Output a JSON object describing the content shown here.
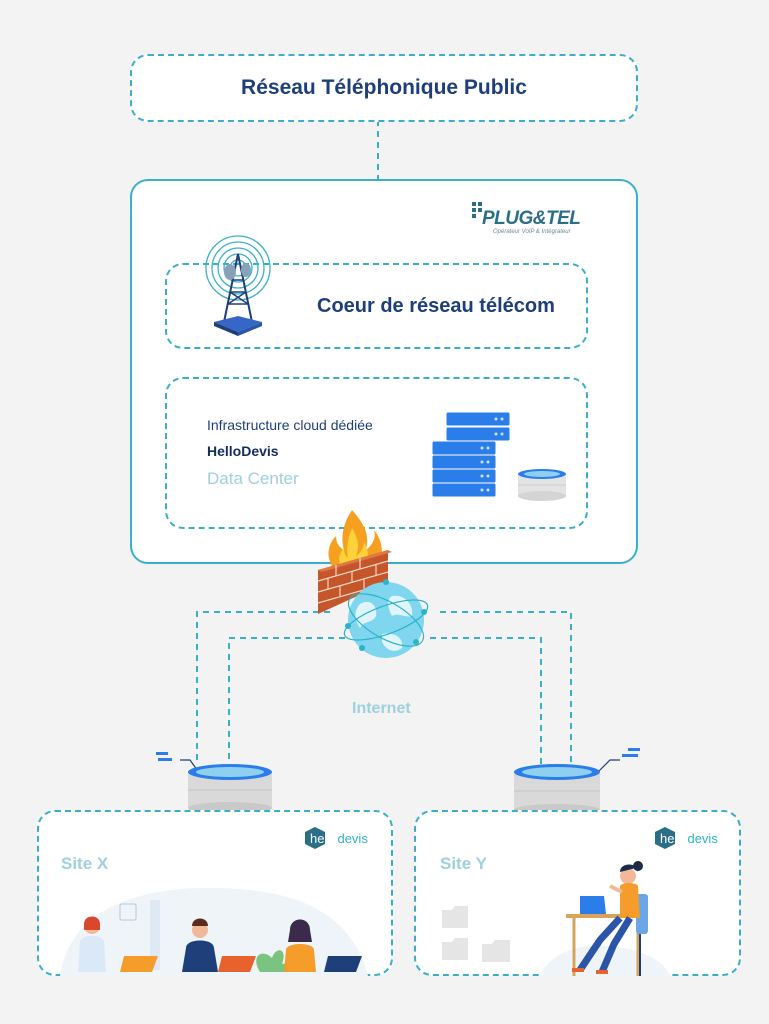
{
  "top": {
    "title": "Réseau Téléphonique Public"
  },
  "brand": {
    "name": "PLUG&TEL",
    "tagline": "Opérateur VoIP & Intégrateur"
  },
  "core": {
    "title": "Coeur de réseau télécom"
  },
  "infra": {
    "line1": "Infrastructure cloud dédiée",
    "line2": "HelloDevis",
    "line3": "Data Center"
  },
  "internet": {
    "label": "Internet"
  },
  "sites": {
    "x": {
      "label": "Site X",
      "logo_a": "hello",
      "logo_b": "devis"
    },
    "y": {
      "label": "Site Y",
      "logo_a": "hello",
      "logo_b": "devis"
    }
  },
  "colors": {
    "accent": "#3ab0c8",
    "navy": "#1e3f7a",
    "pale": "#9fd0de",
    "server": "#2b7de9"
  }
}
